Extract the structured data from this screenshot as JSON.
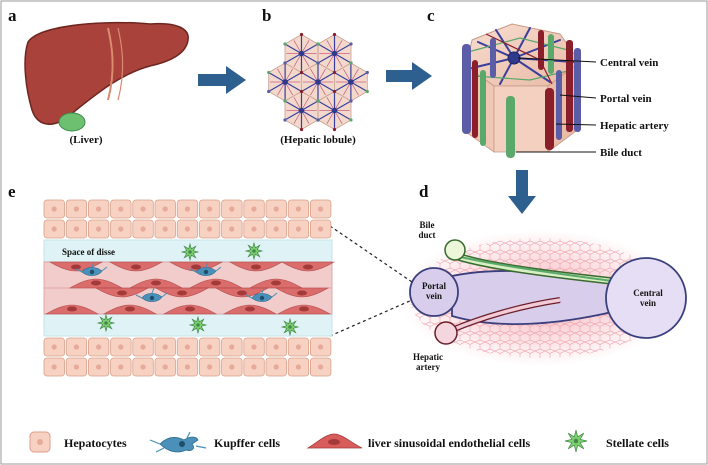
{
  "panels": {
    "a": "a",
    "b": "b",
    "c": "c",
    "d": "d",
    "e": "e"
  },
  "captions": {
    "liver": "(Liver)",
    "lobule": "(Hepatic lobule)"
  },
  "lobule_labels": {
    "central_vein": "Central vein",
    "portal_vein": "Portal vein",
    "hepatic_artery": "Hepatic artery",
    "bile_duct": "Bile duct"
  },
  "zoom_labels": {
    "bile_duct_1": "Bile",
    "bile_duct_2": "duct",
    "portal_vein_1": "Portal",
    "portal_vein_2": "vein",
    "central_vein_1": "Central",
    "central_vein_2": "vein",
    "hepatic_artery_1": "Hepatic",
    "hepatic_artery_2": "artery"
  },
  "sinusoid": {
    "space_of_disse": "Space of disse"
  },
  "legend": {
    "hepatocytes": "Hepatocytes",
    "kupffer": "Kupffer cells",
    "endothelial": "liver sinusoidal endothelial cells",
    "stellate": "Stellate  cells"
  },
  "colors": {
    "liver": "#a8423a",
    "gallbladder": "#6cc070",
    "arrow": "#2d5f8f",
    "hepatocyte_fill": "#f7d2c2",
    "hepatocyte_stroke": "#d9a08b",
    "disse": "#dff2f5",
    "sinusoid": "#f2cbcb",
    "endothelial": "#d85c5c",
    "kupffer": "#4a90b8",
    "stellate": "#6cc070",
    "portal": "#5b5ea6",
    "artery": "#8b1e2b",
    "bile": "#5aa86a"
  }
}
